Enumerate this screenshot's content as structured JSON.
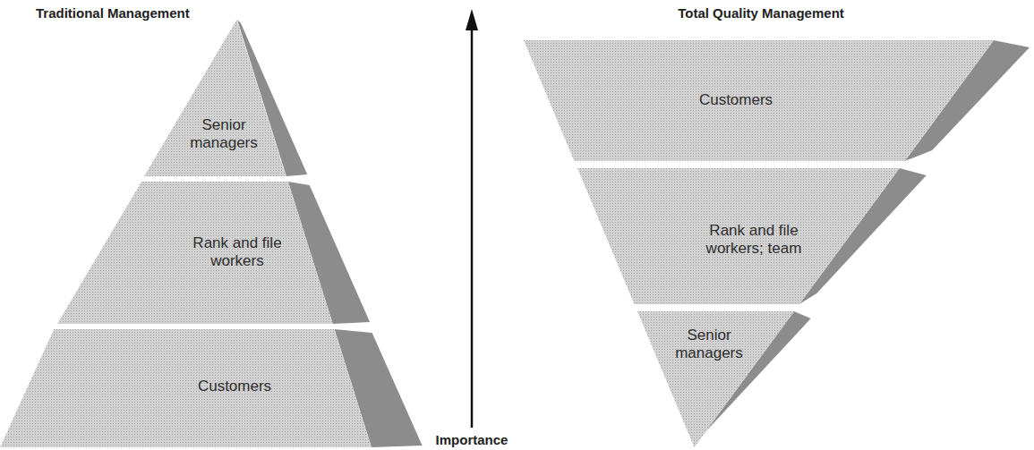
{
  "diagram": {
    "nodes": [
      {
        "text": [
          "Senior managers"
        ]
      },
      {
        "text": [
          "Rank and file workers"
        ]
      },
      {
        "text": [
          "Customers"
        ]
      },
      {
        "text": [
          "Customers"
        ]
      },
      {
        "text": [
          "Rank and file workers; team"
        ]
      },
      {
        "text": [
          "Senior managers"
        ]
      }
    ],
    "labels": [
      "Traditional Management",
      "Total Quality Management",
      "Importance"
    ]
  }
}
